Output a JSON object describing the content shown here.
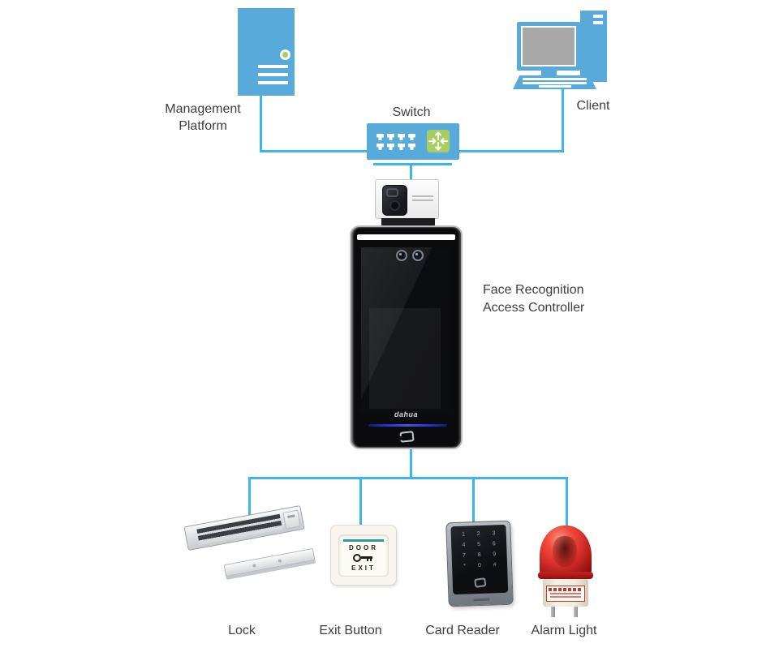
{
  "colors": {
    "connector": "#3EB5E8",
    "device_blue": "#57AAD9",
    "accent_green": "#A6CE61",
    "label_color": "#3E3E3E",
    "screen_gray": "#A8A8A8",
    "alarm_red": "#D9322D",
    "terminal_line_blue": "#2438D9"
  },
  "nodes": {
    "management": {
      "line1": "Management",
      "line2": "Platform"
    },
    "switch": {
      "label": "Switch",
      "port_rows": 2,
      "ports_per_row": 4
    },
    "client": {
      "label": "Client"
    },
    "controller": {
      "line1": "Face Recognition",
      "line2": "Access Controller",
      "brand": "dahua"
    },
    "lock": {
      "label": "Lock"
    },
    "exit_button": {
      "label": "Exit Button",
      "text_top": "DOOR",
      "text_bottom": "EXIT"
    },
    "card_reader": {
      "label": "Card Reader",
      "keys": [
        "1",
        "2",
        "3",
        "4",
        "5",
        "6",
        "7",
        "8",
        "9",
        "*",
        "0",
        "#"
      ]
    },
    "alarm_light": {
      "label": "Alarm Light"
    }
  }
}
